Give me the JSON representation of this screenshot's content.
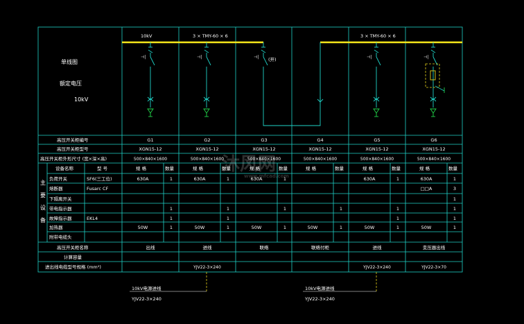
{
  "left_panel": {
    "title": "单线图",
    "rated_voltage_label": "额定电压",
    "rated_voltage_value": "10kV"
  },
  "bus_labels": [
    "10kV",
    "3 × TMY-60 × 6",
    "3 × TMY-60 × 6"
  ],
  "g3_switch_note": "(开)",
  "row_labels": {
    "cabinet_no": "高压开关柜编号",
    "cabinet_model": "高压开关柜型号",
    "cabinet_dims": "高压开关柜外形尺寸 (宽×深×高)",
    "name": "高压开关柜名称",
    "metering": "计算容量",
    "cable_model": "进出线电缆型号规格 (mm²)"
  },
  "main_equipment_vertical": [
    "主",
    "要",
    "设",
    "备"
  ],
  "equipment_header": {
    "name": "设备名称",
    "type": "型 号",
    "spec": "规 格",
    "qty": "数量"
  },
  "equipment_rows": [
    {
      "name": "负荷开关",
      "type": "SF6(三工位)"
    },
    {
      "name": "熔断器",
      "type": "Fusarc CF"
    },
    {
      "name": "下隔离开关",
      "type": ""
    },
    {
      "name": "带电指示器",
      "type": ""
    },
    {
      "name": "故障指示器",
      "type": "EKL4"
    },
    {
      "name": "加热器",
      "type": ""
    },
    {
      "name": "附带电缆头",
      "type": ""
    }
  ],
  "panels": [
    {
      "no": "G1",
      "model": "XGN15-12",
      "dims": "500×840×1600",
      "name": "出线",
      "cable": "",
      "spec": [
        "630A",
        "",
        "",
        "",
        "",
        "50W",
        ""
      ],
      "qty": [
        "1",
        "",
        "",
        "1",
        "1",
        "1",
        ""
      ]
    },
    {
      "no": "G2",
      "model": "XGN15-12",
      "dims": "500×840×1600",
      "name": "进线",
      "cable": "YJV22-3×240",
      "spec": [
        "630A",
        "",
        "",
        "",
        "",
        "50W",
        ""
      ],
      "qty": [
        "1",
        "",
        "",
        "1",
        "1",
        "1",
        ""
      ]
    },
    {
      "no": "G3",
      "model": "XGN15-12",
      "dims": "500×840×1600",
      "name": "联络",
      "cable": "",
      "spec": [
        "630A",
        "",
        "",
        "",
        "",
        "50W",
        ""
      ],
      "qty": [
        "1",
        "",
        "",
        "1",
        "",
        "1",
        ""
      ]
    },
    {
      "no": "G4",
      "model": "XGN15-12",
      "dims": "500×840×1600",
      "name": "联络付柜",
      "cable": "",
      "spec": [
        "",
        "",
        "",
        "",
        "",
        "50W",
        ""
      ],
      "qty": [
        "",
        "",
        "",
        "1",
        "",
        "1",
        ""
      ]
    },
    {
      "no": "G5",
      "model": "XGN15-12",
      "dims": "500×840×1600",
      "name": "进线",
      "cable": "YJV22-3×240",
      "spec": [
        "630A",
        "",
        "",
        "",
        "",
        "50W",
        ""
      ],
      "qty": [
        "1",
        "",
        "",
        "1",
        "1",
        "1",
        ""
      ]
    },
    {
      "no": "G6",
      "model": "XGN15-12",
      "dims": "500×840×1600",
      "name": "变压器出线",
      "cable": "YJV22-3×70",
      "spec": [
        "630A",
        "□□A",
        "",
        "",
        "",
        "50W",
        ""
      ],
      "qty": [
        "1",
        "3",
        "1",
        "1",
        "1",
        "1",
        ""
      ]
    }
  ],
  "incoming_notes": [
    {
      "title": "10kV电源进线",
      "cable": "YJV22-3×240"
    },
    {
      "title": "10kV电源进线",
      "cable": "YJV22-3×240"
    }
  ],
  "watermark": "沐风网",
  "watermark_url": "www.mfcad.com",
  "colors": {
    "grid": "#1fd3c8",
    "bus": "#f5e61a",
    "wire": "#1fd3c8",
    "arrester": "#22d64a",
    "dashed": "#e6d21a"
  }
}
